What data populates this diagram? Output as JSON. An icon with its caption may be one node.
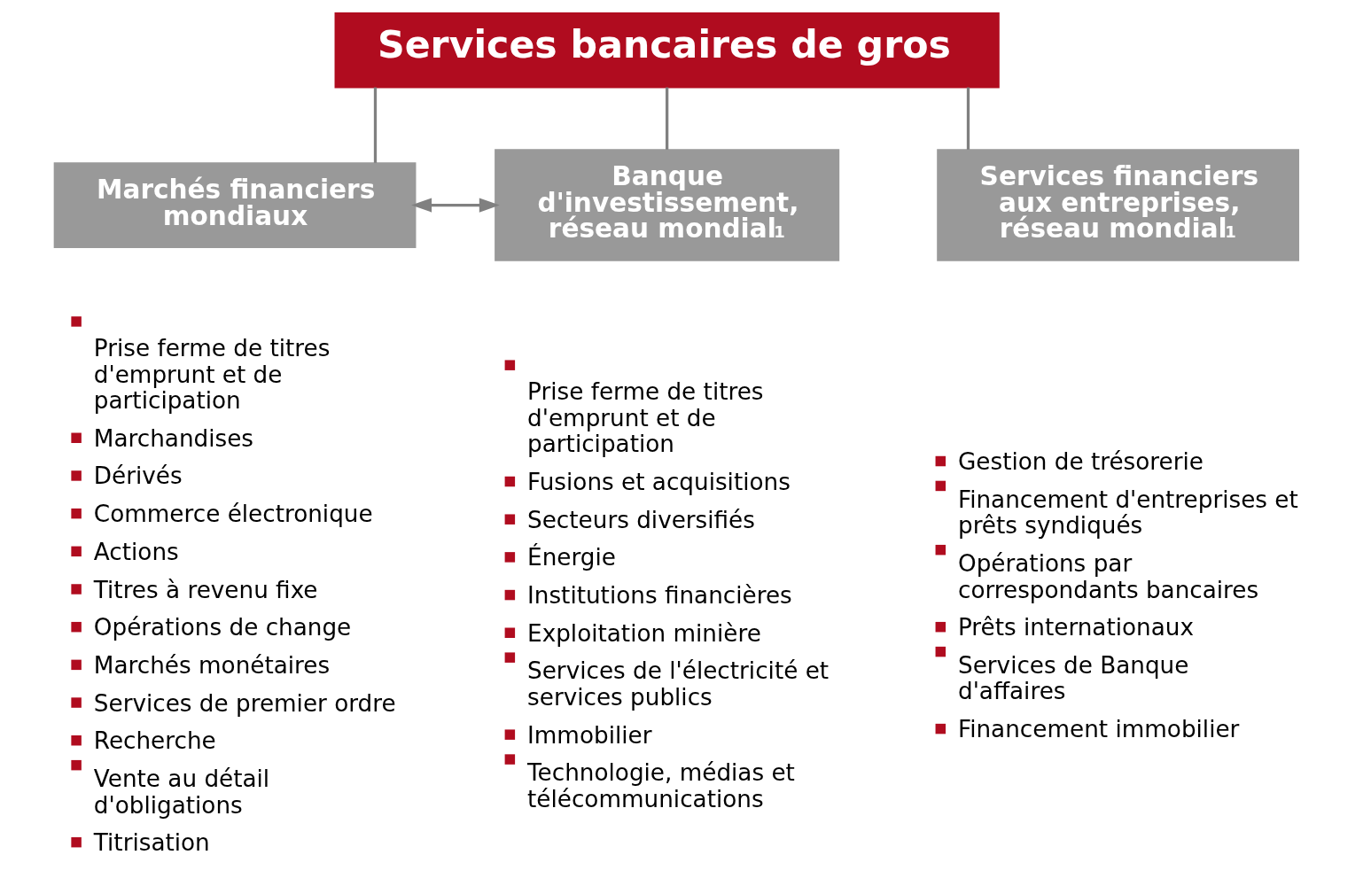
{
  "diagram": {
    "nodes": [
      {
        "text": [
          "Services bancaires de gros"
        ]
      },
      {
        "text": [
          "Marchés financiers mondiaux"
        ],
        "beside": [
          "Prise ferme de titres d'emprunt et de participation",
          "Marchandises",
          "Dérivés",
          "Commerce électronique",
          "Actions",
          "Titres à revenu fixe",
          "Opérations de change",
          "Marchés monétaires",
          "Services de premier ordre",
          "Recherche",
          "Vente au détail d'obligations",
          "Titrisation"
        ]
      },
      {
        "text": [
          "Banque d'investissement, réseau mondial$^{1}$"
        ],
        "beside": [
          "Prise ferme de titres d'emprunt et de participation",
          "Fusions et acquisitions",
          "Secteurs diversifiés",
          "Énergie",
          "Institutions financières",
          "Exploitation minière",
          "Services de l'électricité et services publics",
          "Immobilier",
          "Technologie, médias et télécommunications"
        ]
      },
      {
        "text": [
          "Services financiers aux entreprises, réseau mondial$^{1}$"
        ],
        "beside": [
          "Gestion de trésorerie",
          "Financement d'entreprises et prêts syndiqués",
          "Opérations par correspondants bancaires",
          "Prêts internationaux",
          "Services de Banque d'affaires",
          "Financement immobilier"
        ]
      }
    ],
    "edges": [
      {
        "from": 0,
        "to": 1,
        "arrow": "none"
      },
      {
        "from": 0,
        "to": 2,
        "arrow": "none"
      },
      {
        "from": 0,
        "to": 3,
        "arrow": "none"
      },
      {
        "from": 1,
        "to": 2,
        "arrow": "both"
      }
    ]
  }
}
